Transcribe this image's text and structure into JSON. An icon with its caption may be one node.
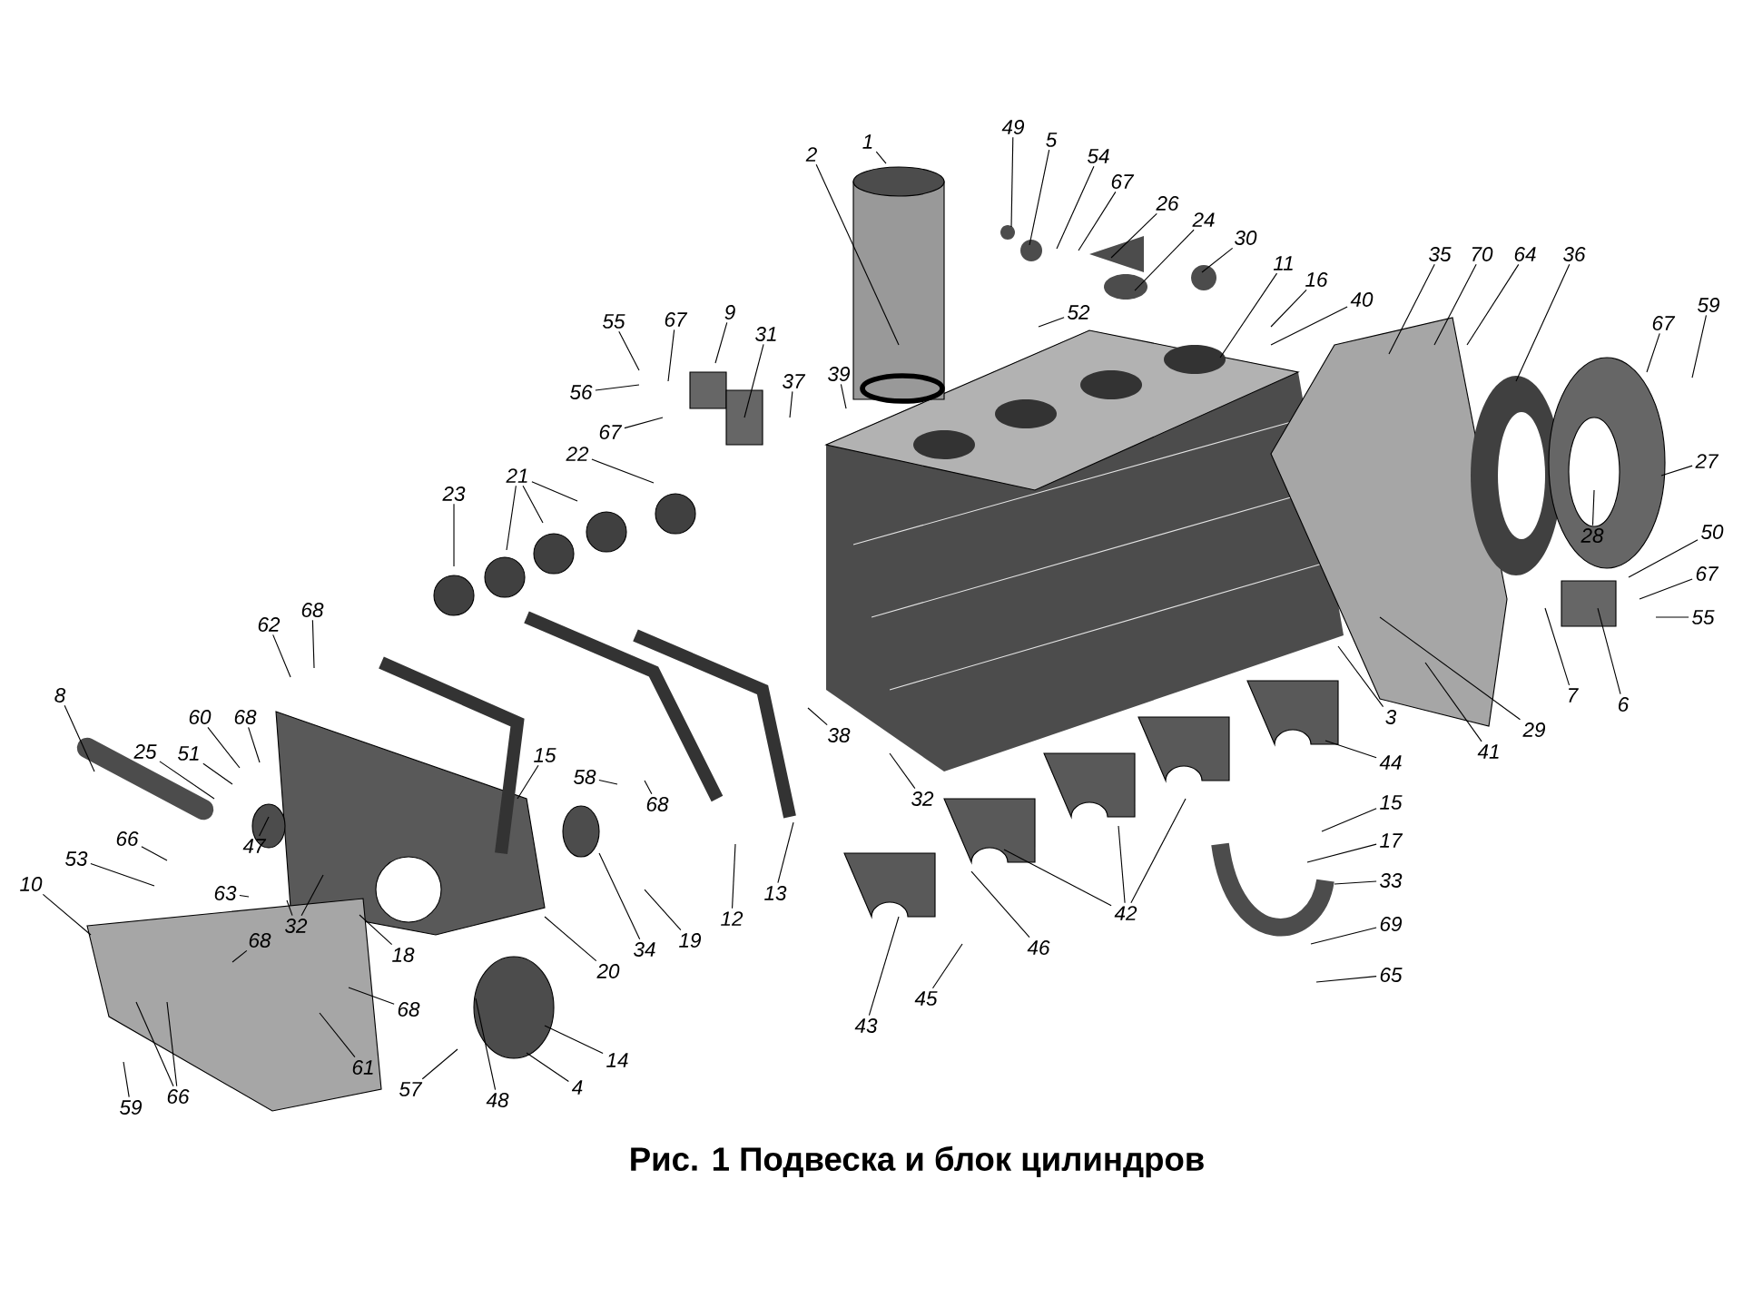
{
  "diagram": {
    "caption": "**Рис. 1** Подвеска и блок цилиндров",
    "nodes": [
      {
        "text": [
          "1"
        ]
      },
      {
        "text": [
          "2"
        ]
      },
      {
        "text": [
          "49"
        ]
      },
      {
        "text": [
          "5"
        ]
      },
      {
        "text": [
          "54"
        ]
      },
      {
        "text": [
          "67"
        ]
      },
      {
        "text": [
          "26"
        ]
      },
      {
        "text": [
          "24"
        ]
      },
      {
        "text": [
          "30"
        ]
      },
      {
        "text": [
          "11"
        ]
      },
      {
        "text": [
          "16"
        ]
      },
      {
        "text": [
          "40"
        ]
      },
      {
        "text": [
          "52"
        ]
      },
      {
        "text": [
          "35"
        ]
      },
      {
        "text": [
          "70"
        ]
      },
      {
        "text": [
          "64"
        ]
      },
      {
        "text": [
          "36"
        ]
      },
      {
        "text": [
          "67"
        ]
      },
      {
        "text": [
          "59"
        ]
      },
      {
        "text": [
          "27"
        ]
      },
      {
        "text": [
          "28"
        ]
      },
      {
        "text": [
          "50"
        ]
      },
      {
        "text": [
          "67"
        ]
      },
      {
        "text": [
          "55"
        ]
      },
      {
        "text": [
          "7"
        ]
      },
      {
        "text": [
          "6"
        ]
      },
      {
        "text": [
          "3"
        ]
      },
      {
        "text": [
          "29"
        ]
      },
      {
        "text": [
          "41"
        ]
      },
      {
        "text": [
          "44"
        ]
      },
      {
        "text": [
          "15"
        ]
      },
      {
        "text": [
          "17"
        ]
      },
      {
        "text": [
          "33"
        ]
      },
      {
        "text": [
          "69"
        ]
      },
      {
        "text": [
          "65"
        ]
      },
      {
        "text": [
          "42"
        ]
      },
      {
        "text": [
          "46"
        ]
      },
      {
        "text": [
          "45"
        ]
      },
      {
        "text": [
          "43"
        ]
      },
      {
        "text": [
          "32"
        ]
      },
      {
        "text": [
          "38"
        ]
      },
      {
        "text": [
          "13"
        ]
      },
      {
        "text": [
          "12"
        ]
      },
      {
        "text": [
          "19"
        ]
      },
      {
        "text": [
          "34"
        ]
      },
      {
        "text": [
          "20"
        ]
      },
      {
        "text": [
          "58"
        ]
      },
      {
        "text": [
          "68"
        ]
      },
      {
        "text": [
          "15"
        ]
      },
      {
        "text": [
          "14"
        ]
      },
      {
        "text": [
          "4"
        ]
      },
      {
        "text": [
          "57"
        ]
      },
      {
        "text": [
          "48"
        ]
      },
      {
        "text": [
          "61"
        ]
      },
      {
        "text": [
          "68"
        ]
      },
      {
        "text": [
          "18"
        ]
      },
      {
        "text": [
          "63"
        ]
      },
      {
        "text": [
          "32"
        ]
      },
      {
        "text": [
          "68"
        ]
      },
      {
        "text": [
          "47"
        ]
      },
      {
        "text": [
          "53"
        ]
      },
      {
        "text": [
          "66"
        ]
      },
      {
        "text": [
          "10"
        ]
      },
      {
        "text": [
          "25"
        ]
      },
      {
        "text": [
          "51"
        ]
      },
      {
        "text": [
          "8"
        ]
      },
      {
        "text": [
          "60"
        ]
      },
      {
        "text": [
          "68"
        ]
      },
      {
        "text": [
          "62"
        ]
      },
      {
        "text": [
          "68"
        ]
      },
      {
        "text": [
          "59"
        ]
      },
      {
        "text": [
          "66"
        ]
      },
      {
        "text": [
          "23"
        ]
      },
      {
        "text": [
          "21"
        ]
      },
      {
        "text": [
          "22"
        ]
      },
      {
        "text": [
          "55"
        ]
      },
      {
        "text": [
          "67"
        ]
      },
      {
        "text": [
          "9"
        ]
      },
      {
        "text": [
          "56"
        ]
      },
      {
        "text": [
          "67"
        ]
      },
      {
        "text": [
          "31"
        ]
      },
      {
        "text": [
          "37"
        ]
      },
      {
        "text": [
          "39"
        ]
      }
    ],
    "edges": [
      {
        "from": 0,
        "to": null,
        "arrow": "none"
      },
      {
        "from": 1,
        "to": null,
        "arrow": "none"
      },
      {
        "from": 2,
        "to": null,
        "arrow": "none"
      },
      {
        "from": 3,
        "to": null,
        "arrow": "none"
      },
      {
        "from": 4,
        "to": null,
        "arrow": "none"
      },
      {
        "from": 5,
        "to": null,
        "arrow": "none"
      },
      {
        "from": 6,
        "to": null,
        "arrow": "none"
      },
      {
        "from": 7,
        "to": null,
        "arrow": "none"
      },
      {
        "from": 8,
        "to": null,
        "arrow": "none"
      },
      {
        "from": 9,
        "to": null,
        "arrow": "none"
      },
      {
        "from": 10,
        "to": null,
        "arrow": "none"
      },
      {
        "from": 11,
        "to": null,
        "arrow": "none"
      },
      {
        "from": 12,
        "to": null,
        "arrow": "none"
      },
      {
        "from": 13,
        "to": null,
        "arrow": "none"
      },
      {
        "from": 14,
        "to": null,
        "arrow": "none"
      },
      {
        "from": 15,
        "to": null,
        "arrow": "none"
      },
      {
        "from": 16,
        "to": null,
        "arrow": "none"
      },
      {
        "from": 17,
        "to": null,
        "arrow": "none"
      },
      {
        "from": 18,
        "to": null,
        "arrow": "none"
      },
      {
        "from": 19,
        "to": null,
        "arrow": "none"
      },
      {
        "from": 20,
        "to": null,
        "arrow": "none"
      },
      {
        "from": 21,
        "to": null,
        "arrow": "none"
      },
      {
        "from": 22,
        "to": null,
        "arrow": "none"
      },
      {
        "from": 23,
        "to": null,
        "arrow": "none"
      },
      {
        "from": 24,
        "to": null,
        "arrow": "none"
      },
      {
        "from": 25,
        "to": null,
        "arrow": "none"
      },
      {
        "from": 26,
        "to": null,
        "arrow": "none"
      },
      {
        "from": 27,
        "to": null,
        "arrow": "none"
      },
      {
        "from": 28,
        "to": null,
        "arrow": "none"
      },
      {
        "from": 29,
        "to": null,
        "arrow": "none"
      },
      {
        "from": 30,
        "to": null,
        "arrow": "none"
      },
      {
        "from": 31,
        "to": null,
        "arrow": "none"
      },
      {
        "from": 32,
        "to": null,
        "arrow": "none"
      },
      {
        "from": 33,
        "to": null,
        "arrow": "none"
      },
      {
        "from": 34,
        "to": null,
        "arrow": "none"
      },
      {
        "from": 35,
        "to": null,
        "arrow": "none"
      },
      {
        "from": 35,
        "to": null,
        "arrow": "none"
      },
      {
        "from": 35,
        "to": null,
        "arrow": "none"
      },
      {
        "from": 36,
        "to": null,
        "arrow": "none"
      },
      {
        "from": 37,
        "to": null,
        "arrow": "none"
      },
      {
        "from": 38,
        "to": null,
        "arrow": "none"
      },
      {
        "from": 39,
        "to": null,
        "arrow": "none"
      },
      {
        "from": 40,
        "to": null,
        "arrow": "none"
      },
      {
        "from": 41,
        "to": null,
        "arrow": "none"
      },
      {
        "from": 42,
        "to": null,
        "arrow": "none"
      },
      {
        "from": 43,
        "to": null,
        "arrow": "none"
      },
      {
        "from": 44,
        "to": null,
        "arrow": "none"
      },
      {
        "from": 45,
        "to": null,
        "arrow": "none"
      },
      {
        "from": 46,
        "to": null,
        "arrow": "none"
      },
      {
        "from": 47,
        "to": null,
        "arrow": "none"
      },
      {
        "from": 48,
        "to": null,
        "arrow": "none"
      },
      {
        "from": 49,
        "to": null,
        "arrow": "none"
      },
      {
        "from": 50,
        "to": null,
        "arrow": "none"
      },
      {
        "from": 51,
        "to": null,
        "arrow": "none"
      },
      {
        "from": 52,
        "to": null,
        "arrow": "none"
      },
      {
        "from": 53,
        "to": null,
        "arrow": "none"
      },
      {
        "from": 54,
        "to": null,
        "arrow": "none"
      },
      {
        "from": 55,
        "to": null,
        "arrow": "none"
      },
      {
        "from": 56,
        "to": null,
        "arrow": "none"
      },
      {
        "from": 57,
        "to": null,
        "arrow": "none"
      },
      {
        "from": 57,
        "to": null,
        "arrow": "none"
      },
      {
        "from": 58,
        "to": null,
        "arrow": "none"
      },
      {
        "from": 59,
        "to": null,
        "arrow": "none"
      },
      {
        "from": 60,
        "to": null,
        "arrow": "none"
      },
      {
        "from": 61,
        "to": null,
        "arrow": "none"
      },
      {
        "from": 62,
        "to": null,
        "arrow": "none"
      },
      {
        "from": 63,
        "to": null,
        "arrow": "none"
      },
      {
        "from": 64,
        "to": null,
        "arrow": "none"
      },
      {
        "from": 65,
        "to": null,
        "arrow": "none"
      },
      {
        "from": 66,
        "to": null,
        "arrow": "none"
      },
      {
        "from": 67,
        "to": null,
        "arrow": "none"
      },
      {
        "from": 68,
        "to": null,
        "arrow": "none"
      },
      {
        "from": 69,
        "to": null,
        "arrow": "none"
      },
      {
        "from": 70,
        "to": null,
        "arrow": "none"
      },
      {
        "from": 71,
        "to": null,
        "arrow": "none"
      },
      {
        "from": 71,
        "to": null,
        "arrow": "none"
      },
      {
        "from": 72,
        "to": null,
        "arrow": "none"
      },
      {
        "from": 73,
        "to": null,
        "arrow": "none"
      },
      {
        "from": 73,
        "to": null,
        "arrow": "none"
      },
      {
        "from": 73,
        "to": null,
        "arrow": "none"
      },
      {
        "from": 74,
        "to": null,
        "arrow": "none"
      },
      {
        "from": 75,
        "to": null,
        "arrow": "none"
      },
      {
        "from": 76,
        "to": null,
        "arrow": "none"
      },
      {
        "from": 77,
        "to": null,
        "arrow": "none"
      },
      {
        "from": 78,
        "to": null,
        "arrow": "none"
      },
      {
        "from": 79,
        "to": null,
        "arrow": "none"
      },
      {
        "from": 80,
        "to": null,
        "arrow": "none"
      },
      {
        "from": 81,
        "to": null,
        "arrow": "none"
      },
      {
        "from": 82,
        "to": null,
        "arrow": "none"
      }
    ]
  }
}
